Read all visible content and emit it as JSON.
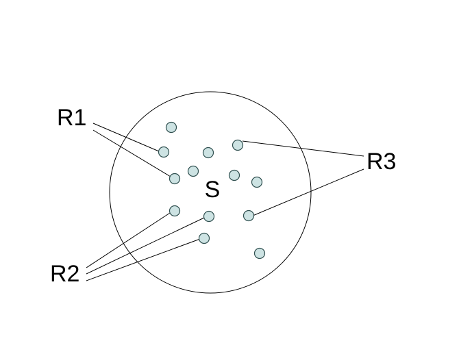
{
  "set_label": "S",
  "groups": [
    {
      "id": "r1",
      "label": "R1"
    },
    {
      "id": "r2",
      "label": "R2"
    },
    {
      "id": "r3",
      "label": "R3"
    }
  ],
  "colors": {
    "dot_fill": "#cde3e3",
    "dot_stroke": "#2f4f4f",
    "line": "#000000"
  }
}
